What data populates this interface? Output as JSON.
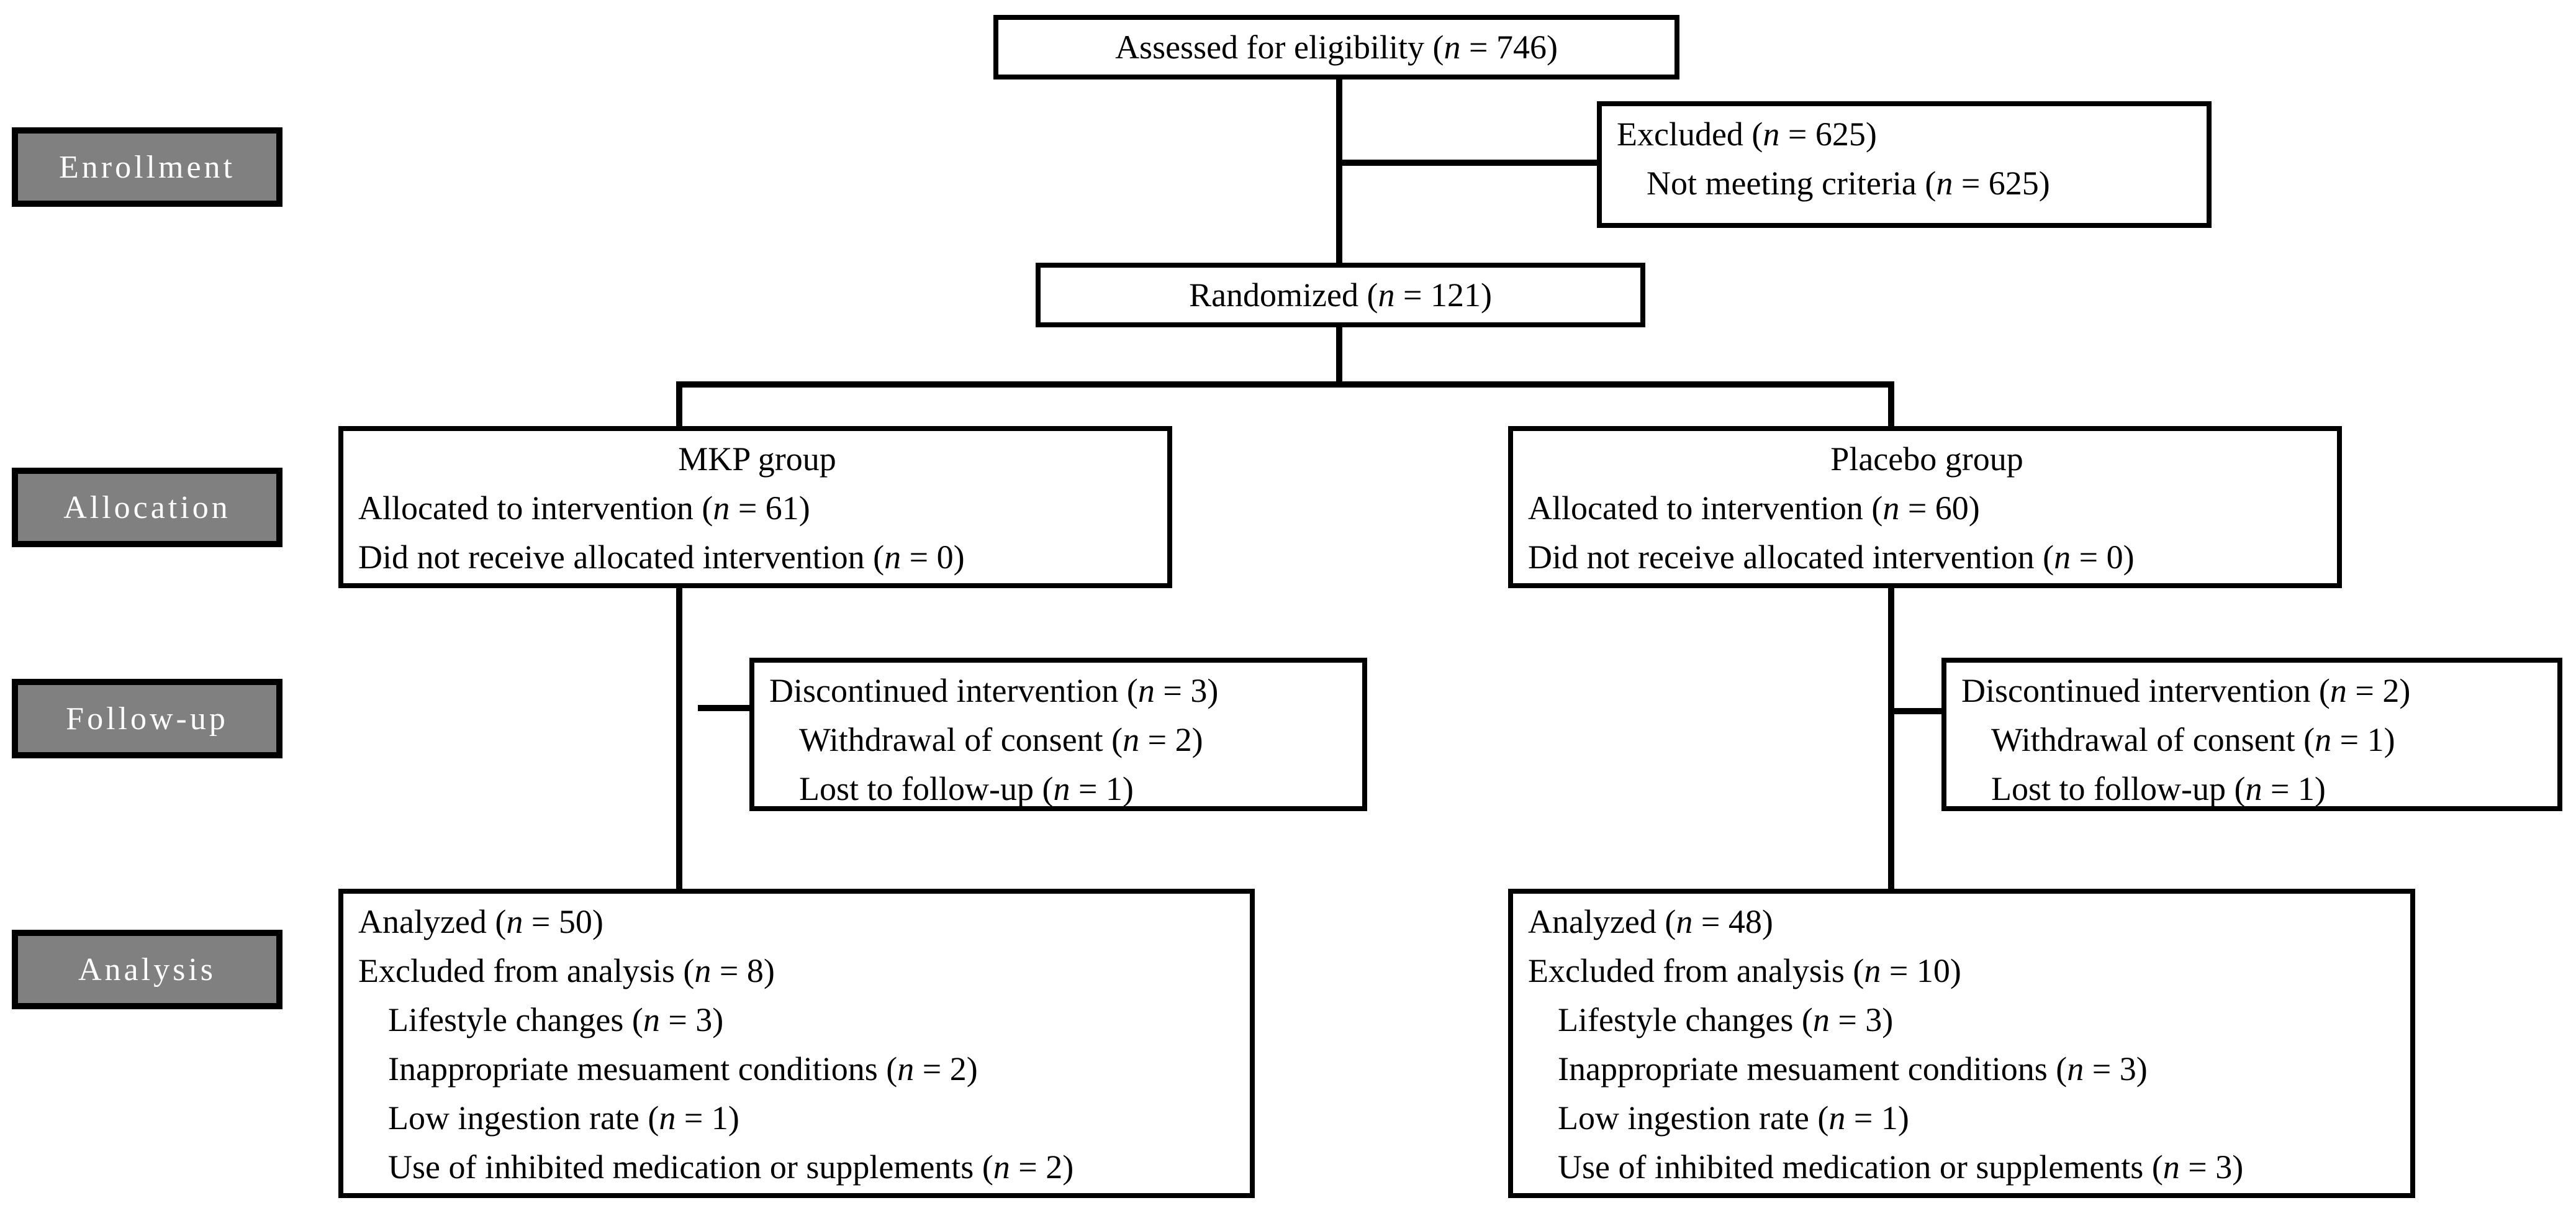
{
  "diagram": {
    "kind": "consort-flow-diagram",
    "stages": {
      "enrollment": "Enrollment",
      "allocation": "Allocation",
      "followup": "Follow-up",
      "analysis": "Analysis"
    },
    "boxes": {
      "assessed": {
        "lines": [
          "Assessed for eligibility (n = 746)"
        ]
      },
      "excluded": {
        "lines": [
          "Excluded (n = 625)",
          "Not meeting criteria (n = 625)"
        ]
      },
      "randomized": {
        "lines": [
          "Randomized (n = 121)"
        ]
      },
      "mkp_group": {
        "lines": [
          "MKP group",
          "Allocated to intervention (n = 61)",
          "Did not receive allocated intervention (n = 0)"
        ]
      },
      "placebo_group": {
        "lines": [
          "Placebo group",
          "Allocated to intervention (n = 60)",
          "Did not receive allocated intervention (n = 0)"
        ]
      },
      "followup_mkp": {
        "lines": [
          "Discontinued intervention (n = 3)",
          "Withdrawal of consent (n = 2)",
          "Lost to follow-up (n = 1)"
        ]
      },
      "followup_placebo": {
        "lines": [
          "Discontinued intervention (n = 2)",
          "Withdrawal of consent (n = 1)",
          "Lost to follow-up (n = 1)"
        ]
      },
      "analysis_mkp": {
        "lines": [
          "Analyzed (n = 50)",
          "Excluded from analysis (n = 8)",
          "Lifestyle changes (n = 3)",
          "Inappropriate mesuament conditions (n = 2)",
          "Low ingestion rate (n = 1)",
          "Use of inhibited medication or supplements (n = 2)"
        ]
      },
      "analysis_placebo": {
        "lines": [
          "Analyzed (n = 48)",
          "Excluded from analysis (n = 10)",
          "Lifestyle changes (n = 3)",
          "Inappropriate mesuament conditions (n = 3)",
          "Low ingestion rate (n = 1)",
          "Use of inhibited medication or supplements (n = 3)"
        ]
      }
    },
    "colors": {
      "stage_fill": "#808080",
      "stage_text": "#ffffff",
      "box_border": "#000000",
      "box_fill": "#ffffff",
      "line": "#000000",
      "background": "#ffffff"
    }
  }
}
